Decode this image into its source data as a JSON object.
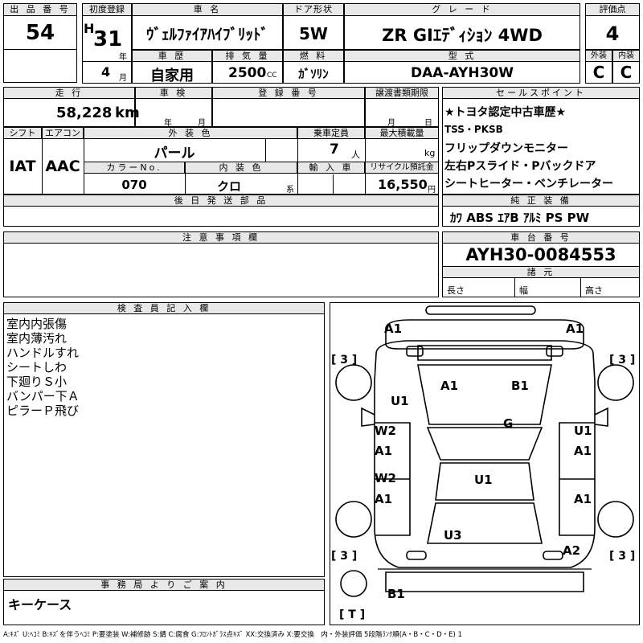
{
  "header_row": {
    "lot_label": "出 品 番 号",
    "lot_value": "54",
    "first_reg_label": "初度登録",
    "era": "H",
    "year_value": "31",
    "year_unit": "年",
    "month_value": "4",
    "month_unit": "月",
    "model_label": "車 名",
    "model_value": "ｳﾞｪﾙﾌｧｲｱﾊｲﾌﾞﾘｯﾄﾞ",
    "doors_label": "ドア形状",
    "doors_value": "5W",
    "grade_label": "グ レ ー ド",
    "grade_value": "ZR GIｴﾃﾞｨｼｮﾝ 4WD",
    "score_label": "評価点",
    "score_value": "4",
    "history_label": "車 歴",
    "history_value": "自家用",
    "displacement_label": "排 気 量",
    "displacement_value": "2500",
    "displacement_unit": "CC",
    "fuel_label": "燃 料",
    "fuel_value": "ｶﾞｿﾘﾝ",
    "type_label": "型 式",
    "type_value": "DAA-AYH30W",
    "exterior_label": "外装",
    "exterior_value": "C",
    "interior_label": "内装",
    "interior_value": "C"
  },
  "row2": {
    "mileage_label": "走 行",
    "mileage_value": "58,228",
    "mileage_unit": "km",
    "inspection_label": "車 検",
    "inspection_year_unit": "年",
    "inspection_month_unit": "月",
    "registration_label": "登 録 番 号",
    "transfer_label": "譲渡書類期限",
    "transfer_month_unit": "月",
    "transfer_day_unit": "日",
    "shift_label": "シフト",
    "shift_value": "IAT",
    "ac_label": "エアコン",
    "ac_value": "AAC",
    "color_label": "外 装 色",
    "color_value": "パール",
    "capacity_label": "乗車定員",
    "capacity_value": "7",
    "capacity_unit": "人",
    "maxload_label": "最大積載量",
    "maxload_unit": "kg",
    "colorno_label": "カラーNo.",
    "colorno_value": "070",
    "intcolor_label": "内 装 色",
    "intcolor_value": "クロ",
    "intcolor_unit": "系",
    "import_label": "輸 入 車",
    "recycle_label": "リサイクル預託金",
    "recycle_value": "16,550",
    "recycle_unit": "円",
    "later_parts_label": "後 日 発 送 部 品"
  },
  "sales_points": {
    "label": "セールスポイント",
    "lines": [
      "★トヨタ認定中古車歴★",
      "TSS・PKSB",
      "フリップダウンモニター",
      "左右Pスライド・Pバックドア",
      "シートヒーター・ベンチレーター"
    ]
  },
  "genuine_equipment": {
    "label": "純 正 装 備",
    "value": "ｶﾜ ABS ｴｱB ｱﾙﾐ PS PW"
  },
  "notes": {
    "label": "注 意 事 項 欄"
  },
  "chassis": {
    "label": "車 台 番 号",
    "value": "AYH30-0084553",
    "specs_label": "諸 元",
    "length_label": "長さ",
    "width_label": "幅",
    "height_label": "高さ"
  },
  "inspector": {
    "label": "検 査 員 記 入 欄",
    "lines": [
      "室内内張傷",
      "室内薄汚れ",
      "ハンドルすれ",
      "シートしわ",
      "下廻りＳ小",
      "バンパー下Ａ",
      "ピラーＰ飛び"
    ]
  },
  "office": {
    "label": "事 務 局 よ り ご 案 内",
    "value": "キーケース"
  },
  "diagram_marks": {
    "front_left": "A1",
    "front_right": "A1",
    "tire_fl": "[ 3 ]",
    "tire_fr": "[ 3 ]",
    "tire_rl": "[ 3 ]",
    "tire_rr": "[ 3 ]",
    "spare": "[ T ]",
    "hood_left": "A1",
    "hood_right": "B1",
    "fender_left": "U1",
    "windshield": "G",
    "door_fl_1": "W2",
    "door_fl_2": "A1",
    "door_rl_1": "W2",
    "door_rl_2": "A1",
    "door_fr_1": "U1",
    "door_fr_2": "A1",
    "door_rr": "A1",
    "roof": "U1",
    "rear_left": "U3",
    "rear_right": "A2",
    "rear_bumper": "B1"
  },
  "legend": "A:ｷｽﾞ U:ﾍｺﾐ B:ｷｽﾞを伴うﾍｺﾐ P:要塗装 W:補修跡 S:錆 C:腐食 G:ﾌﾛﾝﾄｶﾞﾗｽ点ｷｽﾞ XX:交換済み X:要交換　内・外装評価 5段階ﾗﾝｸ順(A・B・C・D・E) 1"
}
